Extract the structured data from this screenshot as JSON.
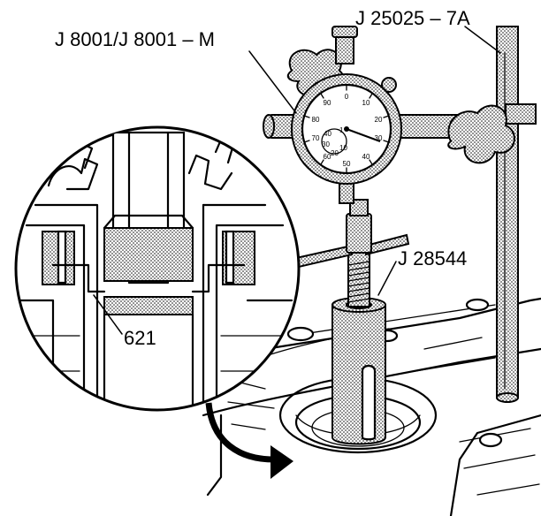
{
  "labels": {
    "indicator": "J 8001/J 8001 – M",
    "stand": "J 25025 – 7A",
    "tool": "J 28544",
    "part": "621"
  },
  "dial": {
    "outer_numbers": [
      "0",
      "10",
      "20",
      "30",
      "40",
      "50",
      "60",
      "70",
      "80",
      "90"
    ],
    "inner_numbers": [
      "40",
      "30",
      "20",
      "10",
      "1"
    ]
  },
  "colors": {
    "ink": "#000000",
    "paper": "#ffffff"
  },
  "icons": {
    "arrow": "curved-arrow-icon"
  }
}
